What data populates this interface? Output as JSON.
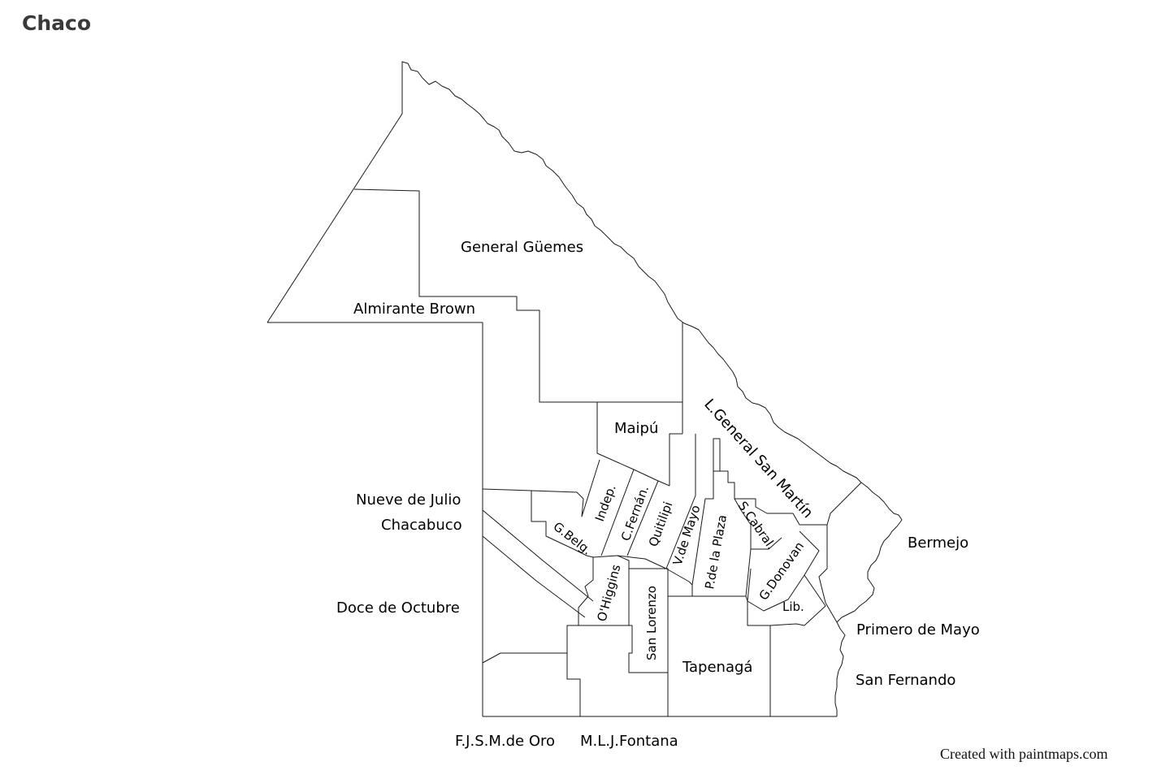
{
  "title": "Chaco",
  "credit": "Created with paintmaps.com",
  "map": {
    "stroke_color": "#1a1a1a",
    "background": "#ffffff",
    "departments": [
      {
        "id": "general-guemes",
        "label": "General Güemes"
      },
      {
        "id": "almirante-brown",
        "label": "Almirante Brown"
      },
      {
        "id": "maipu",
        "label": "Maipú"
      },
      {
        "id": "libertador-general-san-martin",
        "label": "L.General San Martín"
      },
      {
        "id": "nueve-de-julio",
        "label": "Nueve de Julio"
      },
      {
        "id": "chacabuco",
        "label": "Chacabuco"
      },
      {
        "id": "independencia",
        "label": "Indep."
      },
      {
        "id": "comandante-fernandez",
        "label": "C.Fernán."
      },
      {
        "id": "quitilipi",
        "label": "Quitilipi"
      },
      {
        "id": "veinticinco-de-mayo",
        "label": "V.de Mayo"
      },
      {
        "id": "presidencia-de-la-plaza",
        "label": "P.de la Plaza"
      },
      {
        "id": "sargento-cabral",
        "label": "S.Cabral."
      },
      {
        "id": "general-belgrano",
        "label": "G.Belg."
      },
      {
        "id": "general-donovan",
        "label": "G.Donovan"
      },
      {
        "id": "bermejo",
        "label": "Bermejo"
      },
      {
        "id": "ohiggins",
        "label": "O'Higgins"
      },
      {
        "id": "san-lorenzo",
        "label": "San Lorenzo"
      },
      {
        "id": "libertad",
        "label": "Lib."
      },
      {
        "id": "doce-de-octubre",
        "label": "Doce de Octubre"
      },
      {
        "id": "primero-de-mayo",
        "label": "Primero de Mayo"
      },
      {
        "id": "tapenaga",
        "label": "Tapenagá"
      },
      {
        "id": "san-fernando",
        "label": "San Fernando"
      },
      {
        "id": "fray-justo-santa-maria-de-oro",
        "label": "F.J.S.M.de Oro"
      },
      {
        "id": "mayor-luis-j-fontana",
        "label": "M.L.J.Fontana"
      }
    ]
  }
}
